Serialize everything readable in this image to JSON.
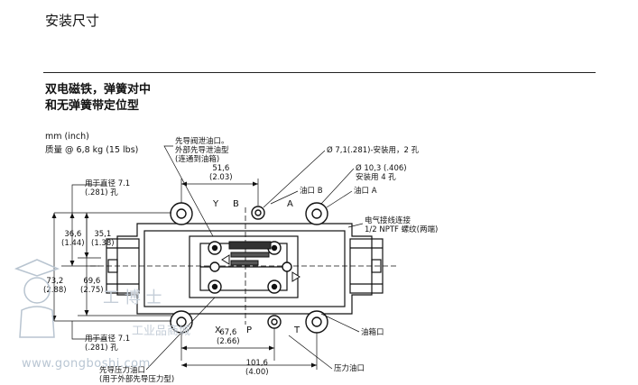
{
  "title": "安装尺寸",
  "subtitle_line1": "双电磁铁，弹簧对中",
  "subtitle_line2": "和无弹簧带定位型",
  "units": "mm (inch)",
  "weight": "质量 @ 6,8 kg (15 lbs)",
  "callouts": {
    "pilot_drain_1": "先导阀泄油口。",
    "pilot_drain_2": "外部先导泄油型",
    "pilot_drain_3": "(连通到油箱)",
    "hole_small_1": "Ø 7,1(.281)-安装用，2 孔",
    "hole_large_1": "Ø 10,3 (.406)",
    "hole_large_2": "安装用 4 孔",
    "port_b": "油口 B",
    "port_a": "油口 A",
    "elec_1": "电气接线连接",
    "elec_2": "1/2 NPTF 螺纹(两端)",
    "dia_top_1": "用于直径 7.1",
    "dia_top_2": "(.281) 孔",
    "dia_bot_1": "用于直径 7.1",
    "dia_bot_2": "(.281) 孔",
    "tank_port": "油箱口",
    "pressure_port": "压力油口",
    "pilot_press_1": "先导压力油口",
    "pilot_press_2": "(用于外部先导压力型)"
  },
  "dimensions": {
    "d516": "51,6",
    "d516_in": "(2.03)",
    "d366": "36,6",
    "d366_in": "(1.44)",
    "d351": "35,1",
    "d351_in": "(1.38)",
    "d732": "73,2",
    "d732_in": "(2.88)",
    "d696": "69,6",
    "d696_in": "(2.75)",
    "d676": "67,6",
    "d676_in": "(2.66)",
    "d1016": "101,6",
    "d1016_in": "(4.00)"
  },
  "ports": {
    "y": "Y",
    "b": "B",
    "a": "A",
    "x": "X",
    "p": "P",
    "t": "T"
  },
  "watermark": {
    "url": "www.gongboshi.com",
    "brand": "工 博 士",
    "sub": "工业品商城"
  }
}
